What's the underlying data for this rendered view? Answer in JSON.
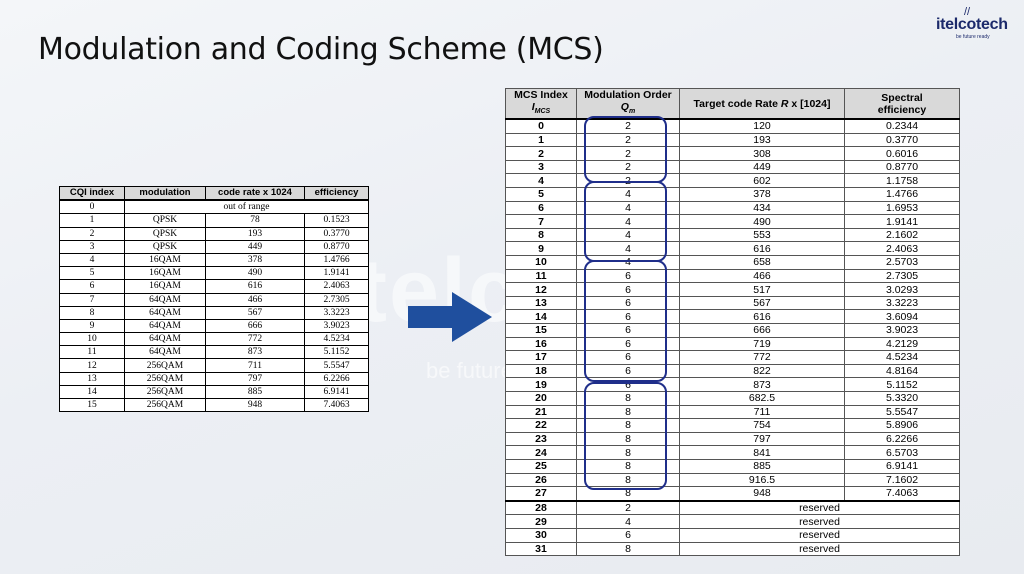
{
  "slide": {
    "title": "Modulation and Coding Scheme (MCS)"
  },
  "logo": {
    "mark": "//",
    "name": "itelcotech",
    "tagline": "be future ready"
  },
  "watermark": {
    "name": "itelcotech",
    "tagline": "be future ready"
  },
  "cqi_table": {
    "headers": [
      "CQI index",
      "modulation",
      "code rate x 1024",
      "efficiency"
    ],
    "out_of_range_row": {
      "index": "0",
      "text": "out of range"
    },
    "rows": [
      [
        "1",
        "QPSK",
        "78",
        "0.1523"
      ],
      [
        "2",
        "QPSK",
        "193",
        "0.3770"
      ],
      [
        "3",
        "QPSK",
        "449",
        "0.8770"
      ],
      [
        "4",
        "16QAM",
        "378",
        "1.4766"
      ],
      [
        "5",
        "16QAM",
        "490",
        "1.9141"
      ],
      [
        "6",
        "16QAM",
        "616",
        "2.4063"
      ],
      [
        "7",
        "64QAM",
        "466",
        "2.7305"
      ],
      [
        "8",
        "64QAM",
        "567",
        "3.3223"
      ],
      [
        "9",
        "64QAM",
        "666",
        "3.9023"
      ],
      [
        "10",
        "64QAM",
        "772",
        "4.5234"
      ],
      [
        "11",
        "64QAM",
        "873",
        "5.1152"
      ],
      [
        "12",
        "256QAM",
        "711",
        "5.5547"
      ],
      [
        "13",
        "256QAM",
        "797",
        "6.2266"
      ],
      [
        "14",
        "256QAM",
        "885",
        "6.9141"
      ],
      [
        "15",
        "256QAM",
        "948",
        "7.4063"
      ]
    ]
  },
  "mcs_table": {
    "headers": {
      "index_line1": "MCS Index",
      "index_line2": "I",
      "index_sub": "MCS",
      "order_line1": "Modulation Order",
      "order_line2": "Q",
      "order_sub": "m",
      "rate_pre": "Target code Rate ",
      "rate_var": "R",
      "rate_post": " x [1024]",
      "eff_line1": "Spectral",
      "eff_line2": "efficiency"
    },
    "rows": [
      [
        "0",
        "2",
        "120",
        "0.2344"
      ],
      [
        "1",
        "2",
        "193",
        "0.3770"
      ],
      [
        "2",
        "2",
        "308",
        "0.6016"
      ],
      [
        "3",
        "2",
        "449",
        "0.8770"
      ],
      [
        "4",
        "2",
        "602",
        "1.1758"
      ],
      [
        "5",
        "4",
        "378",
        "1.4766"
      ],
      [
        "6",
        "4",
        "434",
        "1.6953"
      ],
      [
        "7",
        "4",
        "490",
        "1.9141"
      ],
      [
        "8",
        "4",
        "553",
        "2.1602"
      ],
      [
        "9",
        "4",
        "616",
        "2.4063"
      ],
      [
        "10",
        "4",
        "658",
        "2.5703"
      ],
      [
        "11",
        "6",
        "466",
        "2.7305"
      ],
      [
        "12",
        "6",
        "517",
        "3.0293"
      ],
      [
        "13",
        "6",
        "567",
        "3.3223"
      ],
      [
        "14",
        "6",
        "616",
        "3.6094"
      ],
      [
        "15",
        "6",
        "666",
        "3.9023"
      ],
      [
        "16",
        "6",
        "719",
        "4.2129"
      ],
      [
        "17",
        "6",
        "772",
        "4.5234"
      ],
      [
        "18",
        "6",
        "822",
        "4.8164"
      ],
      [
        "19",
        "6",
        "873",
        "5.1152"
      ],
      [
        "20",
        "8",
        "682.5",
        "5.3320"
      ],
      [
        "21",
        "8",
        "711",
        "5.5547"
      ],
      [
        "22",
        "8",
        "754",
        "5.8906"
      ],
      [
        "23",
        "8",
        "797",
        "6.2266"
      ],
      [
        "24",
        "8",
        "841",
        "6.5703"
      ],
      [
        "25",
        "8",
        "885",
        "6.9141"
      ],
      [
        "26",
        "8",
        "916.5",
        "7.1602"
      ],
      [
        "27",
        "8",
        "948",
        "7.4063"
      ]
    ],
    "reserved_rows": [
      [
        "28",
        "2",
        "reserved"
      ],
      [
        "29",
        "4",
        "reserved"
      ],
      [
        "30",
        "6",
        "reserved"
      ],
      [
        "31",
        "8",
        "reserved"
      ]
    ]
  },
  "colors": {
    "accent_blue": "#1f2e8a",
    "arrow_blue": "#1f4f9e",
    "header_gray": "#d9d9d9"
  }
}
